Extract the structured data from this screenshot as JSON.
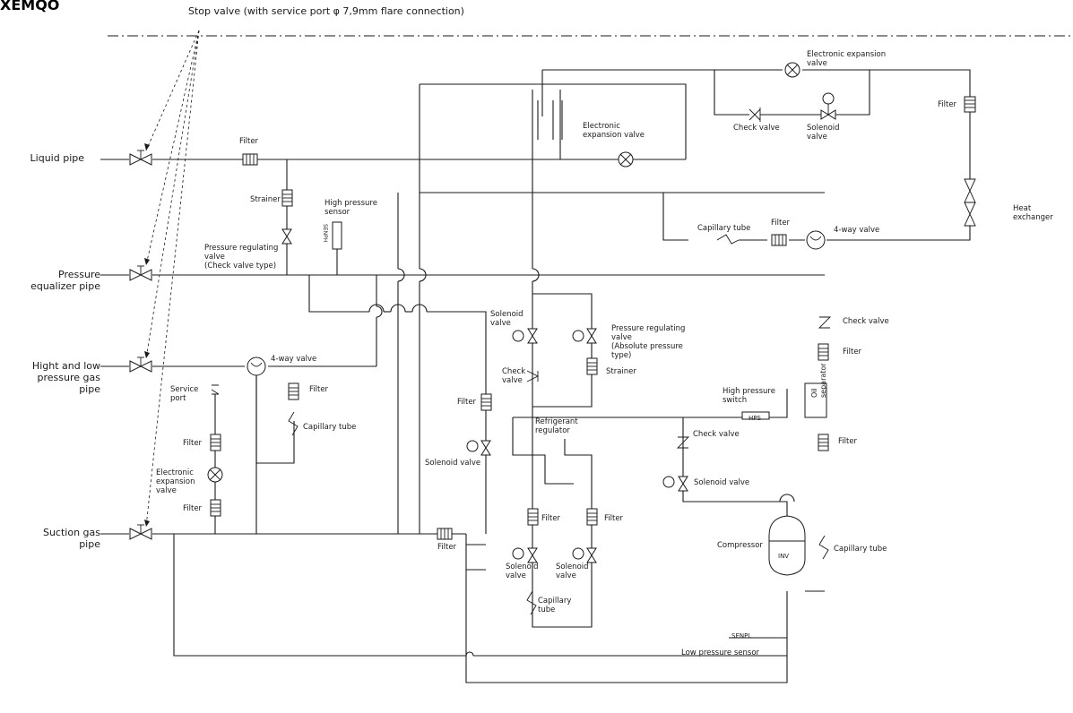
{
  "model_code": "XEMQO",
  "title": "Stop valve (with service port φ 7,9mm flare connection)",
  "pipes": {
    "liquid": "Liquid pipe",
    "equalizer": "Pressure\nequalizer pipe",
    "hlgas": "Hight and low\npressure gas\npipe",
    "suction": "Suction gas\npipe"
  },
  "labels": {
    "filter": "Filter",
    "strainer": "Strainer",
    "high_pressure_sensor": "High pressure\nsensor",
    "sensor_tag": "SENPH",
    "low_sensor_tag": "SENPL",
    "hps_tag": "HPS",
    "comp_tag": "INV",
    "pressure_reg_check": "Pressure regulating\nvalve\n(Check valve type)",
    "exp_valve_top": "Electronic\nexpansion valve",
    "exp_valve_right": "Electronic expansion\nvalve",
    "check_valve": "Check valve",
    "solenoid_valve_2l": "Solenoid\nvalve",
    "capillary_tube": "Capillary tube",
    "way4": "4-way valve",
    "heat_exchanger": "Heat\nexchanger",
    "service_port": "Service\nport",
    "exp_valve_left": "Electronic\nexpansion\nvalve",
    "pressure_reg_abs": "Pressure regulating\nvalve\n(Absolute pressure\ntype)",
    "check_valve_2l": "Check\nvalve",
    "refrigerant_regulator": "Refrigerant\nregulator",
    "solenoid_valve": "Solenoid valve",
    "capillary_tube_2l": "Capillary\ntube",
    "high_pressure_switch": "High pressure\nswitch",
    "oil_separator": "Oil\nseparator",
    "compressor": "Compressor",
    "low_pressure_sensor": "Low pressure sensor"
  },
  "legend": {
    "check_valve": "Check valve",
    "filter": "Filter"
  }
}
